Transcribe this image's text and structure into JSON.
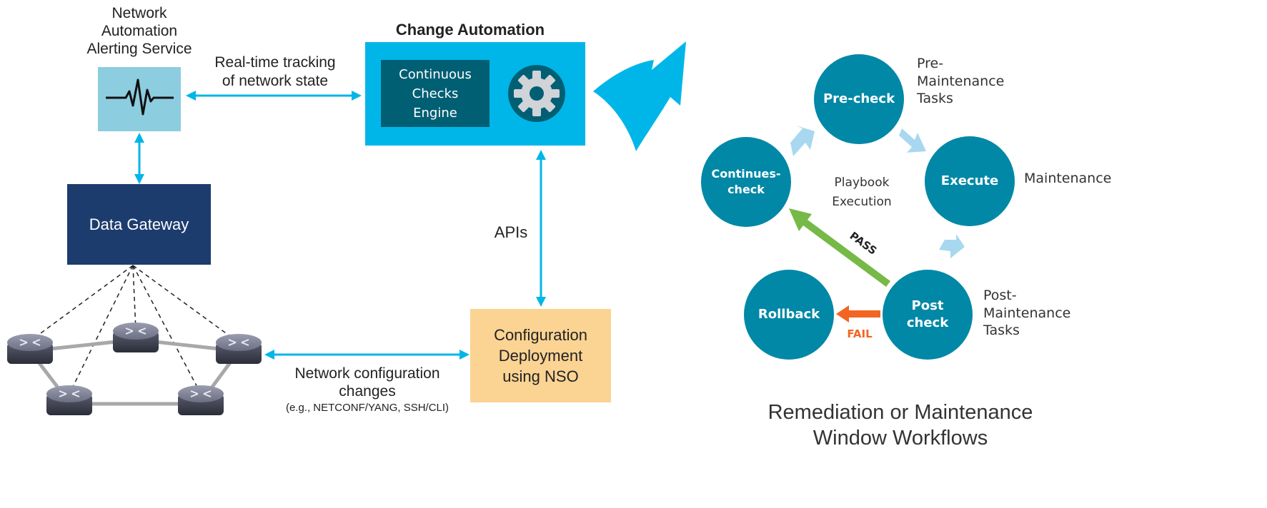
{
  "alerting_service": {
    "title_line1": "Network",
    "title_line2": "Automation",
    "title_line3": "Alerting Service",
    "icon": "heartbeat-waveform-icon"
  },
  "tracking_label": {
    "line1": "Real-time tracking",
    "line2": "of network state"
  },
  "change_automation": {
    "title": "Change Automation",
    "engine_line1": "Continuous",
    "engine_line2": "Checks",
    "engine_line3": "Engine",
    "icon": "gear-icon"
  },
  "data_gateway": {
    "label": "Data Gateway"
  },
  "apis_label": "APIs",
  "nso": {
    "line1": "Configuration",
    "line2": "Deployment",
    "line3": "using NSO"
  },
  "config_changes": {
    "line1": "Network configuration",
    "line2": "changes",
    "line3": "(e.g., NETCONF/YANG, SSH/CLI)"
  },
  "workflow": {
    "pre_check": "Pre-check",
    "execute": "Execute",
    "post_check_line1": "Post",
    "post_check_line2": "check",
    "rollback": "Rollback",
    "continues_check_line1": "Continues-",
    "continues_check_line2": "check",
    "center_line1": "Playbook",
    "center_line2": "Execution",
    "pre_tasks_line1": "Pre-",
    "pre_tasks_line2": "Maintenance",
    "pre_tasks_line3": "Tasks",
    "maintenance": "Maintenance",
    "post_tasks_line1": "Post-",
    "post_tasks_line2": "Maintenance",
    "post_tasks_line3": "Tasks",
    "pass": "PASS",
    "fail": "FAIL",
    "footer_line1": "Remediation or Maintenance",
    "footer_line2": "Window Workflows"
  },
  "colors": {
    "cyan": "#00b6e8",
    "light_cyan_box": "#8ccde0",
    "navy": "#1d3c6e",
    "teal_circle": "#0088a6",
    "dark_teal_engine": "#005f73",
    "nso_box": "#fbd393",
    "pass_green": "#76b947",
    "fail_orange": "#f26522",
    "light_arrow": "#a8d8f0"
  }
}
